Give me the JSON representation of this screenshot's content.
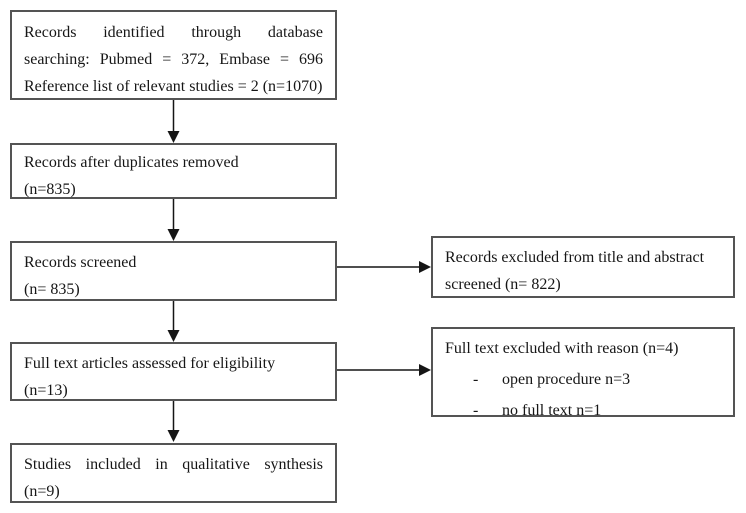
{
  "boxes": {
    "identification": {
      "lines": [
        "Records identified through database",
        "searching: Pubmed = 372, Embase = 696",
        "Reference list of relevant studies = 2 (n=1070)"
      ]
    },
    "duplicates_removed": {
      "lines": [
        "Records after duplicates removed",
        "(n=835)"
      ]
    },
    "screened": {
      "lines": [
        "Records screened",
        "(n= 835)"
      ]
    },
    "excluded_screening": {
      "lines": [
        "Records excluded from title and abstract",
        "screened (n= 822)"
      ]
    },
    "full_text_assessed": {
      "lines": [
        "Full text articles assessed for eligibility",
        "(n=13)"
      ]
    },
    "full_text_excluded": {
      "heading": "Full text excluded with reason (n=4)",
      "bullets": [
        {
          "marker": "-",
          "text": "open procedure n=3"
        },
        {
          "marker": "-",
          "text": "no full text n=1"
        }
      ]
    },
    "included": {
      "lines": [
        "Studies included in qualitative synthesis",
        "(n=9)"
      ]
    }
  },
  "colors": {
    "background": "#ffffff",
    "box_border": "#545454",
    "arrow": "#151515",
    "text": "#161616"
  }
}
